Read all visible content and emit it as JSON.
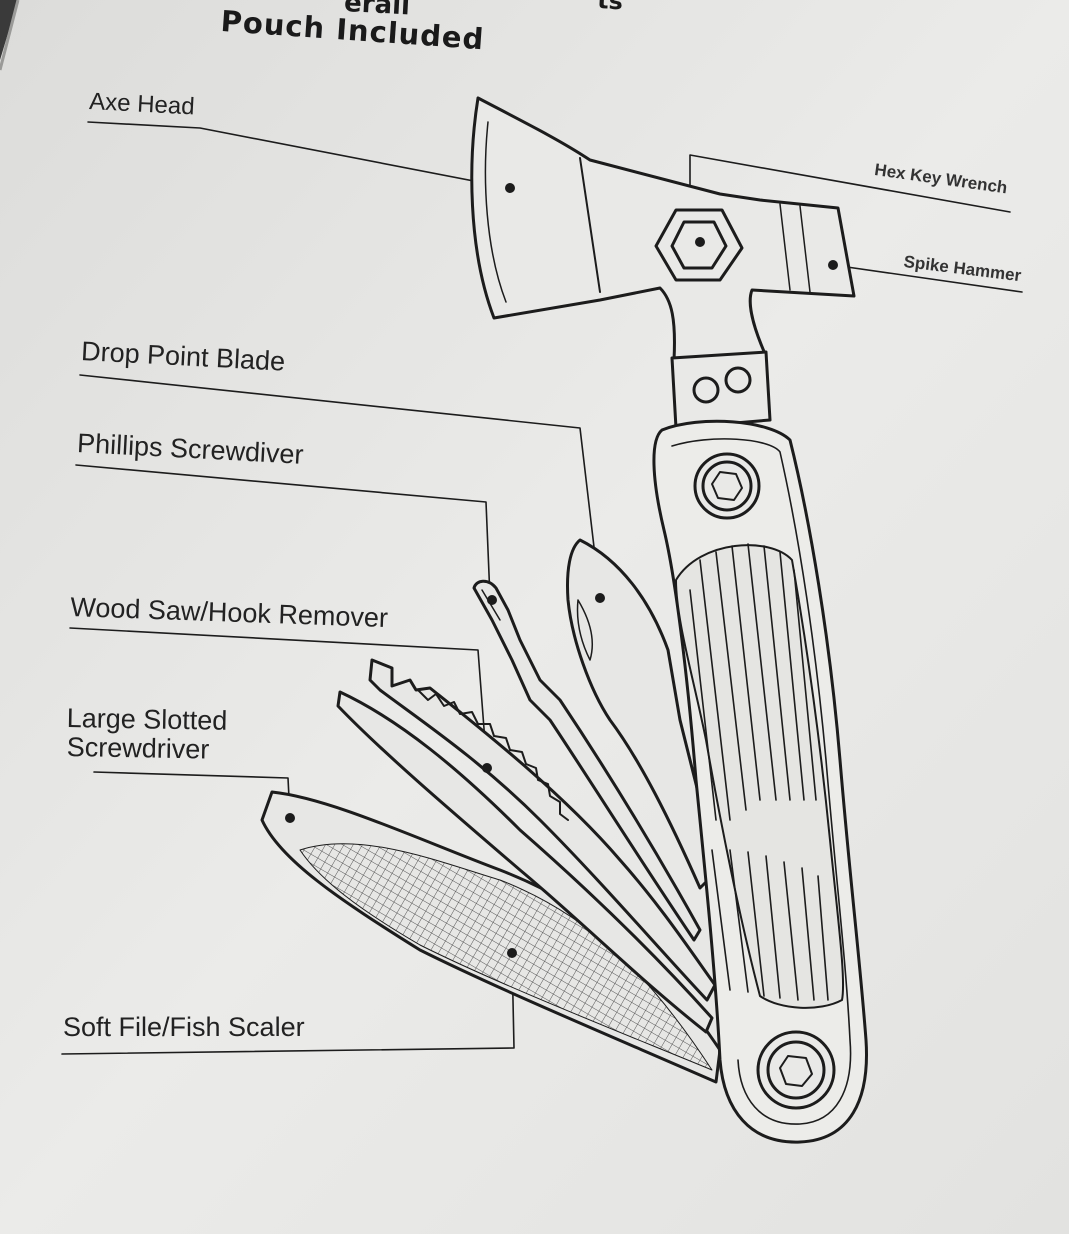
{
  "header": {
    "line_partial": "erall",
    "line_partial_right": "ts",
    "pouch_line": "Pouch Included"
  },
  "callouts": {
    "axe_head": "Axe Head",
    "hex_key_wrench": "Hex Key Wrench",
    "spike_hammer": "Spike Hammer",
    "drop_point_blade": "Drop Point Blade",
    "phillips_screwdriver": "Phillips Screwdiver",
    "wood_saw": "Wood Saw/Hook Remover",
    "large_slotted_1": "Large Slotted",
    "large_slotted_2": "Screwdriver",
    "soft_file": "Soft File/Fish Scaler"
  },
  "colors": {
    "paper": "#e9e9e7",
    "line": "#1c1c1c",
    "background": "#3a3a3a"
  }
}
